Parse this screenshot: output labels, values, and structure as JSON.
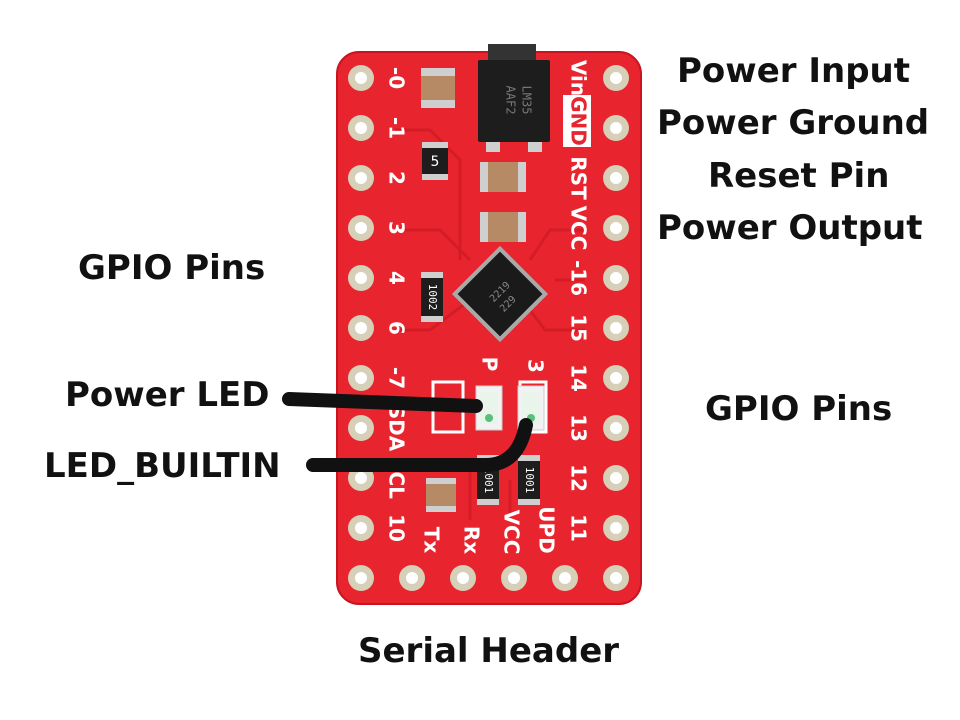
{
  "labels": {
    "power_input": "Power Input",
    "power_ground": "Power Ground",
    "reset_pin": "Reset Pin",
    "power_output": "Power Output",
    "gpio_left": "GPIO Pins",
    "gpio_right": "GPIO Pins",
    "power_led": "Power LED",
    "led_builtin": "LED_BUILTIN",
    "serial_header": "Serial Header"
  },
  "silkscreen": {
    "left": [
      "-0",
      "-1",
      "2",
      "3",
      "4",
      "6",
      "-7",
      "SDA",
      "SCL",
      "10"
    ],
    "right": [
      "Vin",
      "GND",
      "RST",
      "VCC",
      "-16",
      "15",
      "14",
      "13",
      "12",
      "11"
    ],
    "bottom": [
      "Tx",
      "Rx",
      "VCC",
      "UPD"
    ],
    "regulator": [
      "AAF2",
      "LM35"
    ],
    "chip": [
      "2219",
      "229"
    ],
    "res_a": "1002",
    "res_b": "1001",
    "res_c": "1001",
    "cap5": "5",
    "p_mark": "P",
    "num3": "3"
  },
  "colors": {
    "board": "#e8252f",
    "board_edge": "#c8141f",
    "pad": "#d7d0b8",
    "leader": "#111111",
    "text": "#111111"
  }
}
